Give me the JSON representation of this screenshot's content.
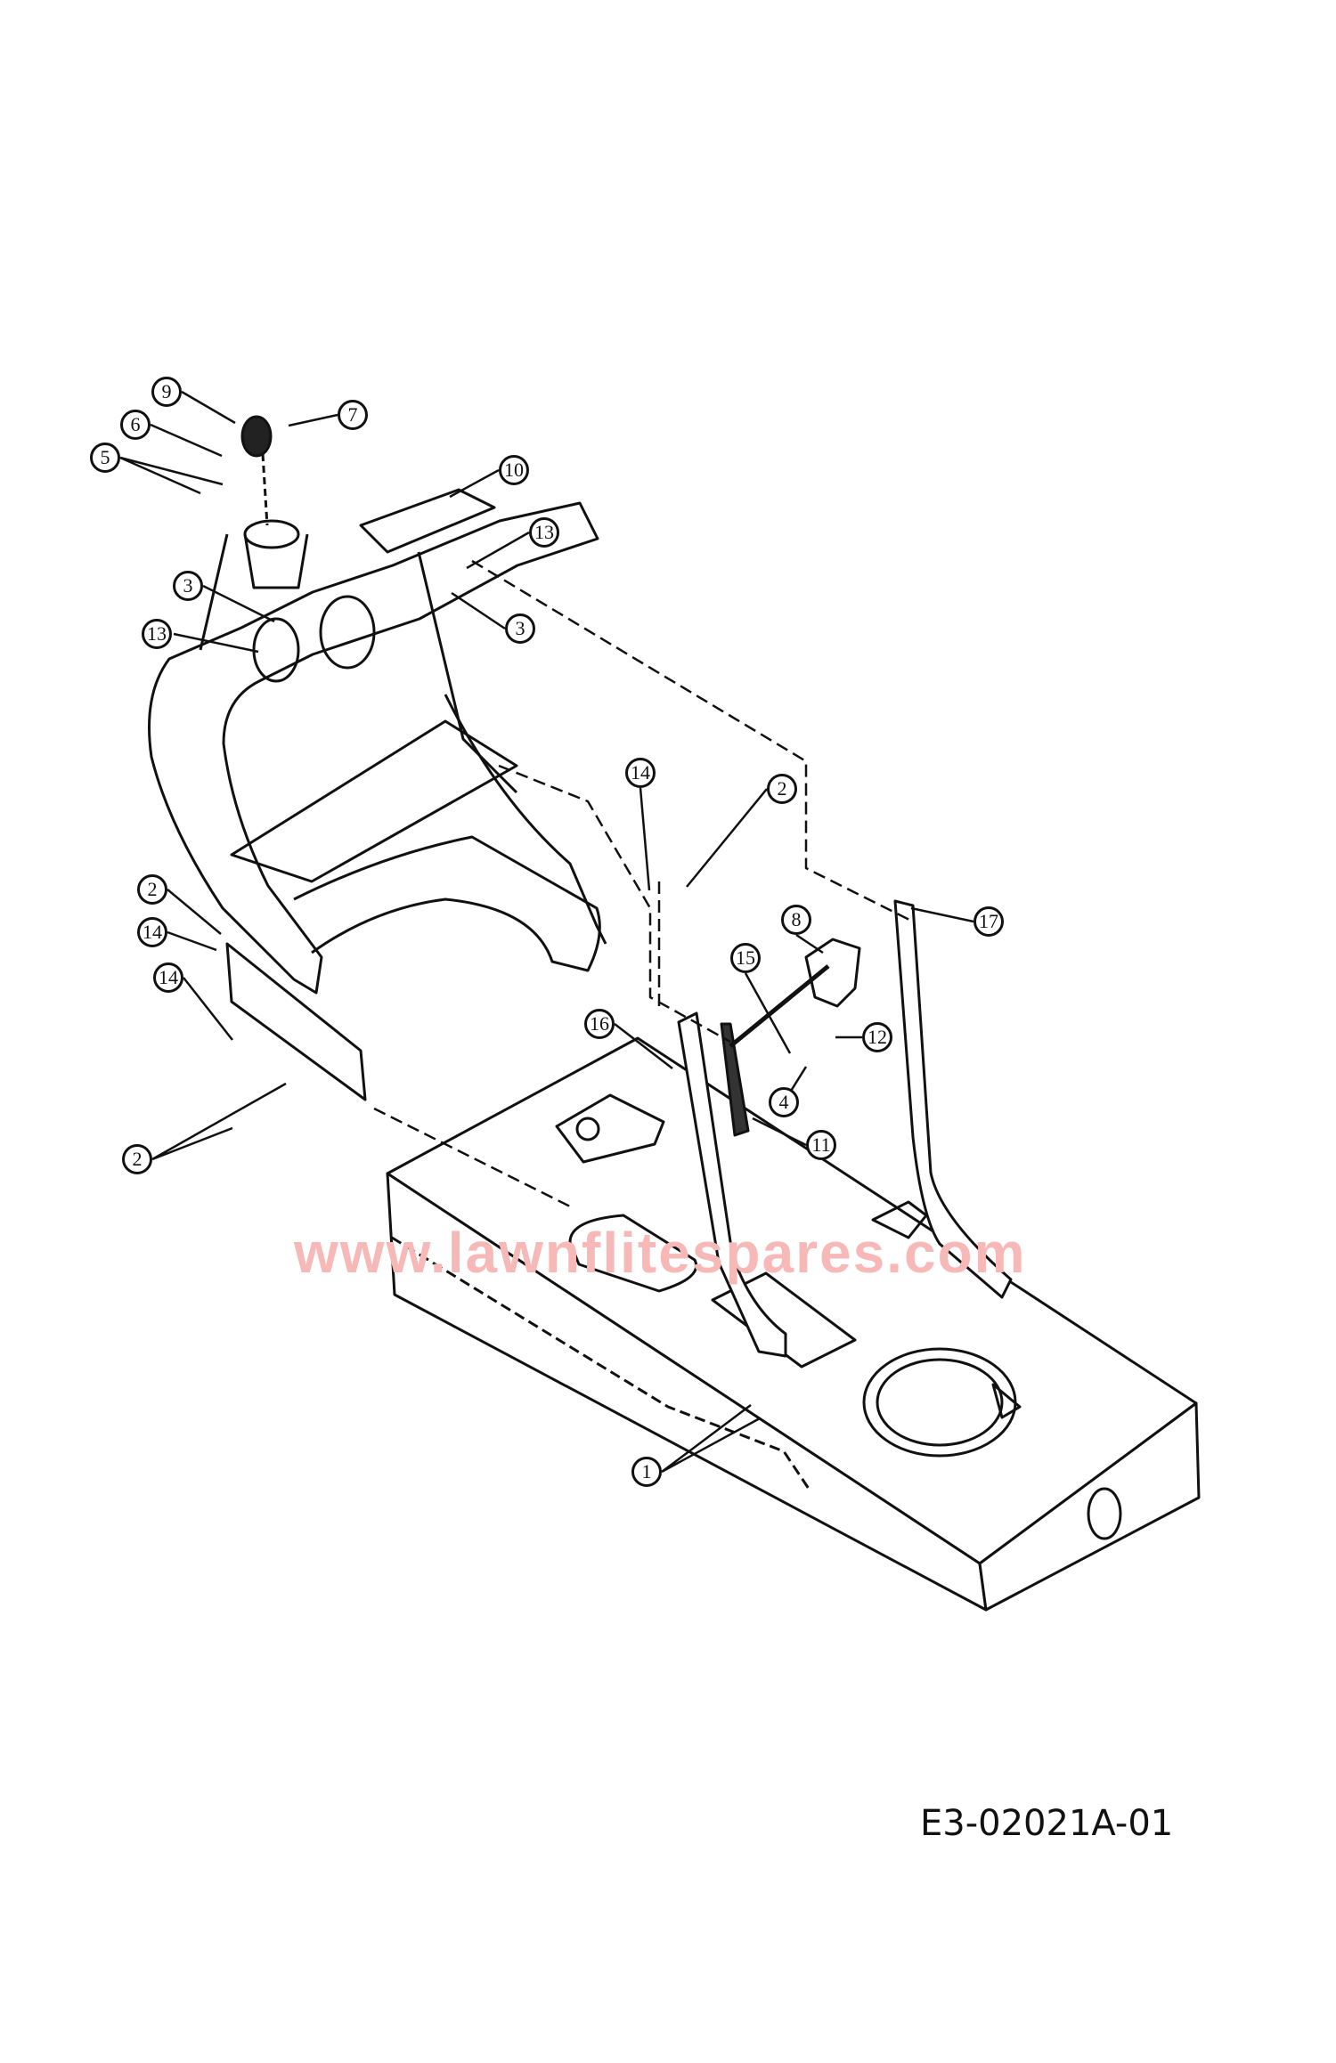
{
  "diagram": {
    "drawing_code": "E3-02021A-01",
    "watermark": "www.lawnflitespares.com",
    "callouts": [
      "9",
      "7",
      "6",
      "5",
      "10",
      "13",
      "3",
      "13",
      "3",
      "14",
      "2",
      "2",
      "14",
      "14",
      "8",
      "17",
      "15",
      "16",
      "12",
      "4",
      "11",
      "2",
      "1"
    ]
  }
}
